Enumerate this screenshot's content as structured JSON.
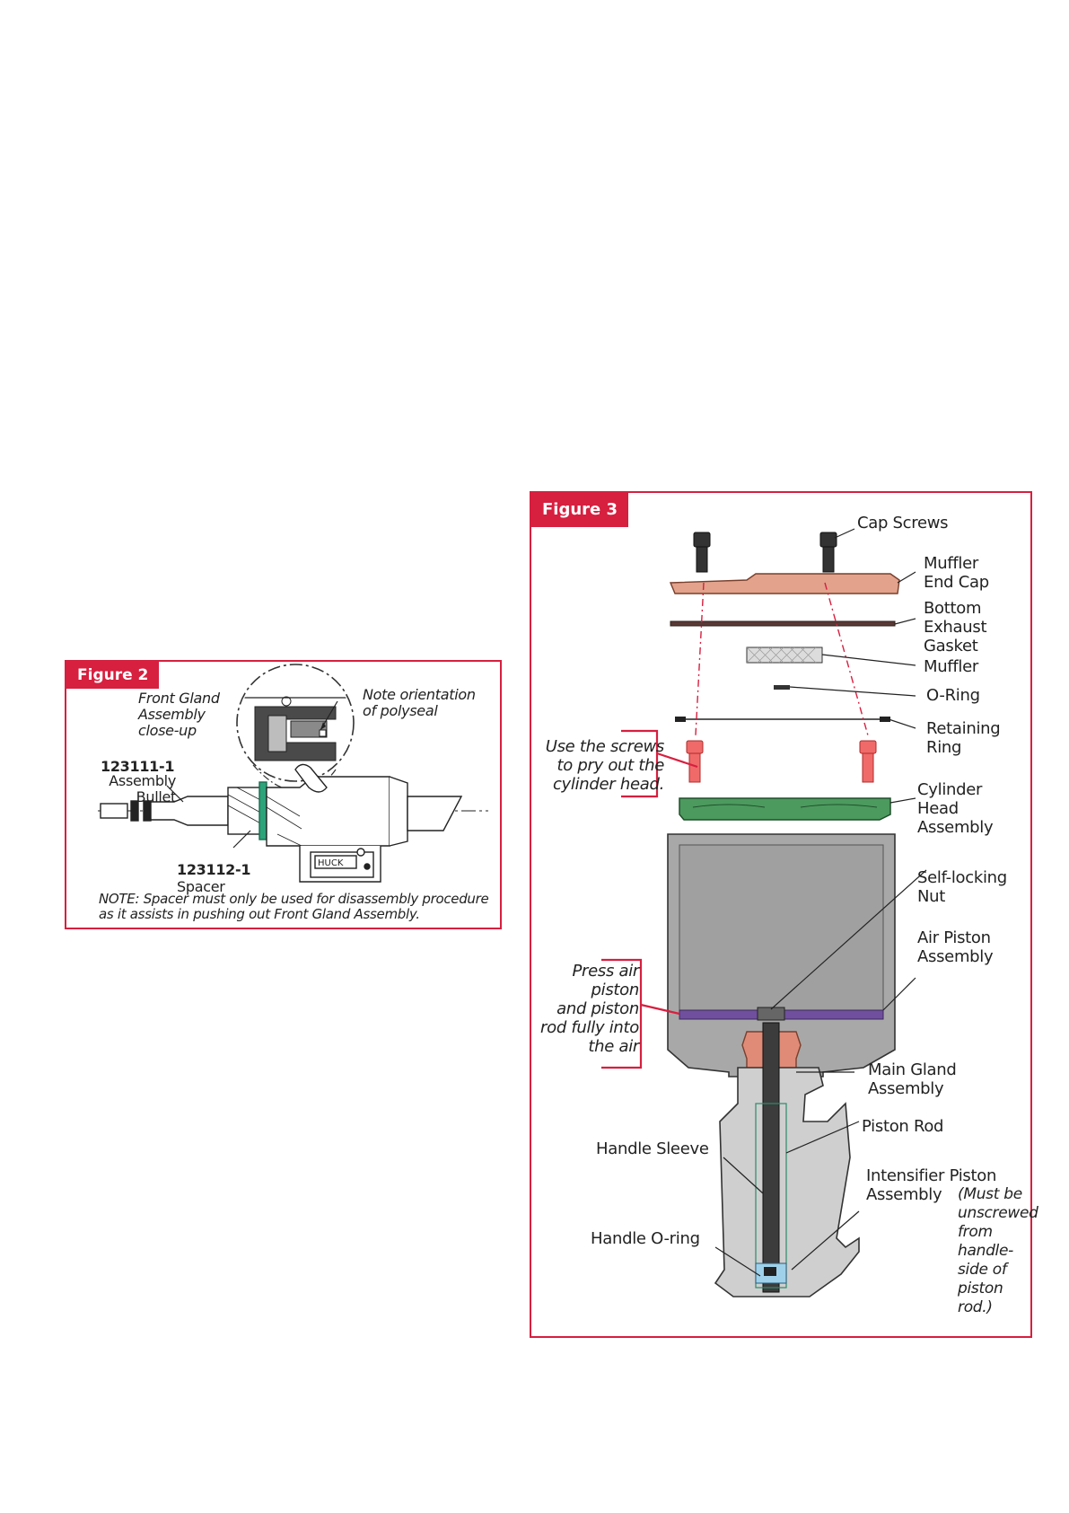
{
  "figure2": {
    "tab": "Figure 2",
    "front_gland_label": "Front Gland\nAssembly\nclose-up",
    "polyseal_label": "Note orientation\nof polyseal",
    "bullet_part_number": "123111-1",
    "bullet_name": "Assembly\nBullet",
    "spacer_part_number": "123112-1",
    "spacer_name": "Spacer",
    "tool_marking": "HUCK",
    "note": "NOTE: Spacer must only be used for disassembly procedure\nas it assists in pushing out Front Gland Assembly."
  },
  "figure3": {
    "tab": "Figure 3",
    "labels": {
      "cap_screws": "Cap Screws",
      "muffler_end_cap": "Muffler\nEnd Cap",
      "bottom_exhaust_gasket": "Bottom\nExhaust\nGasket",
      "muffler": "Muffler",
      "o_ring": "O-Ring",
      "retaining_ring": "Retaining\nRing",
      "cylinder_head_assembly": "Cylinder\nHead\nAssembly",
      "self_locking_nut": "Self-locking\nNut",
      "air_piston_assembly": "Air Piston\nAssembly",
      "main_gland_assembly": "Main Gland\nAssembly",
      "piston_rod": "Piston Rod",
      "handle_sleeve": "Handle Sleeve",
      "intensifier_piston": "Intensifier Piston\nAssembly",
      "intensifier_piston_note": "(Must be\nunscrewed from\nhandle-side of\npiston rod.)",
      "handle_o_ring": "Handle O-ring"
    },
    "callouts": {
      "pry_screws": "Use the screws\nto pry out the\ncylinder head.",
      "press_piston": "Press air\npiston\nand piston\nrod fully into\nthe air"
    }
  }
}
